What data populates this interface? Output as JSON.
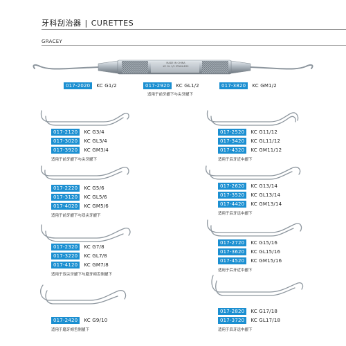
{
  "header": {
    "title_cn": "牙科刮治器",
    "separator": "|",
    "title_en": "CURETTES"
  },
  "section": {
    "label": "GRACEY"
  },
  "colors": {
    "code_bg": "#1b8fd1",
    "code_text": "#ffffff",
    "steel": "#9aa3ab"
  },
  "hero": {
    "handle_text": [
      "MADE IN CHINA",
      "KC GL 1/2   STAINLESS"
    ],
    "items": [
      {
        "code": "017-2020",
        "model": "KC G1/2"
      },
      {
        "code": "017-2920",
        "model": "KC GL1/2"
      },
      {
        "code": "017-3820",
        "model": "KC GM1/2"
      }
    ],
    "note": "适用于前牙龈下与尖牙龈下"
  },
  "groups": [
    {
      "items": [
        {
          "code": "017-2120",
          "model": "KC G3/4"
        },
        {
          "code": "017-3020",
          "model": "KC GL3/4"
        },
        {
          "code": "017-3920",
          "model": "KC GM3/4"
        }
      ],
      "note": "适用于前牙龈下与尖牙龈下"
    },
    {
      "items": [
        {
          "code": "017-2520",
          "model": "KC G11/12"
        },
        {
          "code": "017-3420",
          "model": "KC GL11/12"
        },
        {
          "code": "017-4320",
          "model": "KC GM11/12"
        }
      ],
      "note": "适用于后牙近中龈下"
    },
    {
      "items": [
        {
          "code": "017-2220",
          "model": "KC G5/6"
        },
        {
          "code": "017-3120",
          "model": "KC GL5/6"
        },
        {
          "code": "017-4020",
          "model": "KC GM5/6"
        }
      ],
      "note": "适用于前牙龈下与双尖牙龈下"
    },
    {
      "items": [
        {
          "code": "017-2620",
          "model": "KC G13/14"
        },
        {
          "code": "017-3520",
          "model": "KC GL13/14"
        },
        {
          "code": "017-4420",
          "model": "KC GM13/14"
        }
      ],
      "note": "适用于后牙远中龈下"
    },
    {
      "items": [
        {
          "code": "017-2320",
          "model": "KC G7/8"
        },
        {
          "code": "017-3220",
          "model": "KC GL7/8"
        },
        {
          "code": "017-4120",
          "model": "KC GM7/8"
        }
      ],
      "note": "适用于双尖牙龈下与磨牙颊舌侧龈下"
    },
    {
      "items": [
        {
          "code": "017-2720",
          "model": "KC G15/16"
        },
        {
          "code": "017-3620",
          "model": "KC GL15/16"
        },
        {
          "code": "017-4520",
          "model": "KC GM15/16"
        }
      ],
      "note": "适用于后牙近中龈下"
    },
    {
      "items": [
        {
          "code": "017-2420",
          "model": "KC G9/10"
        }
      ],
      "note": "适用于磨牙颊舌侧龈下"
    },
    {
      "items": [
        {
          "code": "017-2820",
          "model": "KC G17/18"
        },
        {
          "code": "017-3720",
          "model": "KC GL17/18"
        }
      ],
      "note": "适用于后牙远中龈下"
    }
  ]
}
